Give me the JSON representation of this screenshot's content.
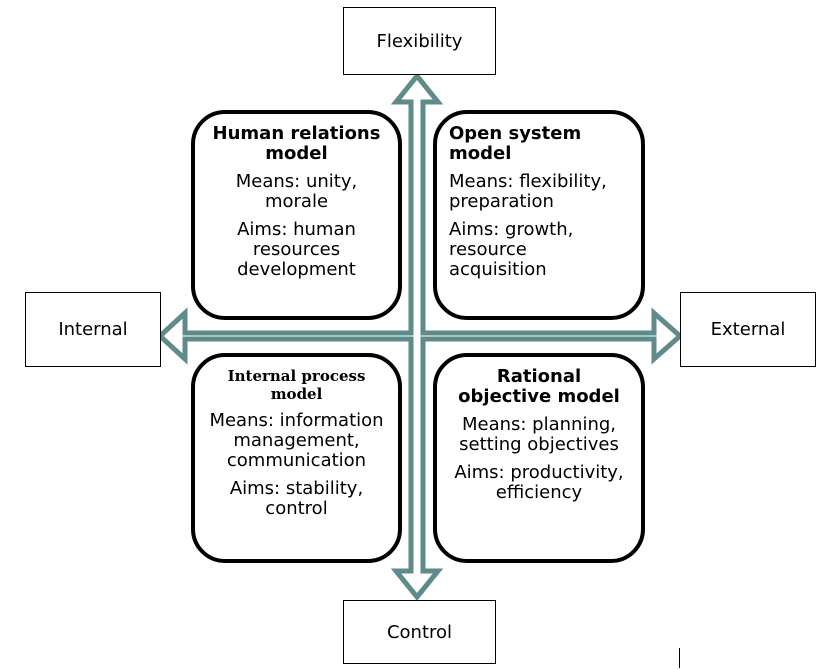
{
  "axes": {
    "top": "Flexibility",
    "bottom": "Control",
    "left": "Internal",
    "right": "External"
  },
  "models": {
    "human_relations": {
      "title": "Human relations model",
      "means": "Means: unity, morale",
      "aims": "Aims: human resources development"
    },
    "open_system": {
      "title": "Open system model",
      "means": "Means: flexibility, preparation",
      "aims": "Aims: growth, resource acquisition"
    },
    "internal_process": {
      "title": "Internal process model",
      "means": "Means: information management, communication",
      "aims": "Aims: stability, control"
    },
    "rational_objective": {
      "title": "Rational objective model",
      "means": "Means: planning, setting objectives",
      "aims": "Aims: productivity, efficiency"
    }
  },
  "colors": {
    "arrow_stroke": "#5f8b8b",
    "arrow_fill": "#ffffff",
    "box_border": "#000000"
  }
}
